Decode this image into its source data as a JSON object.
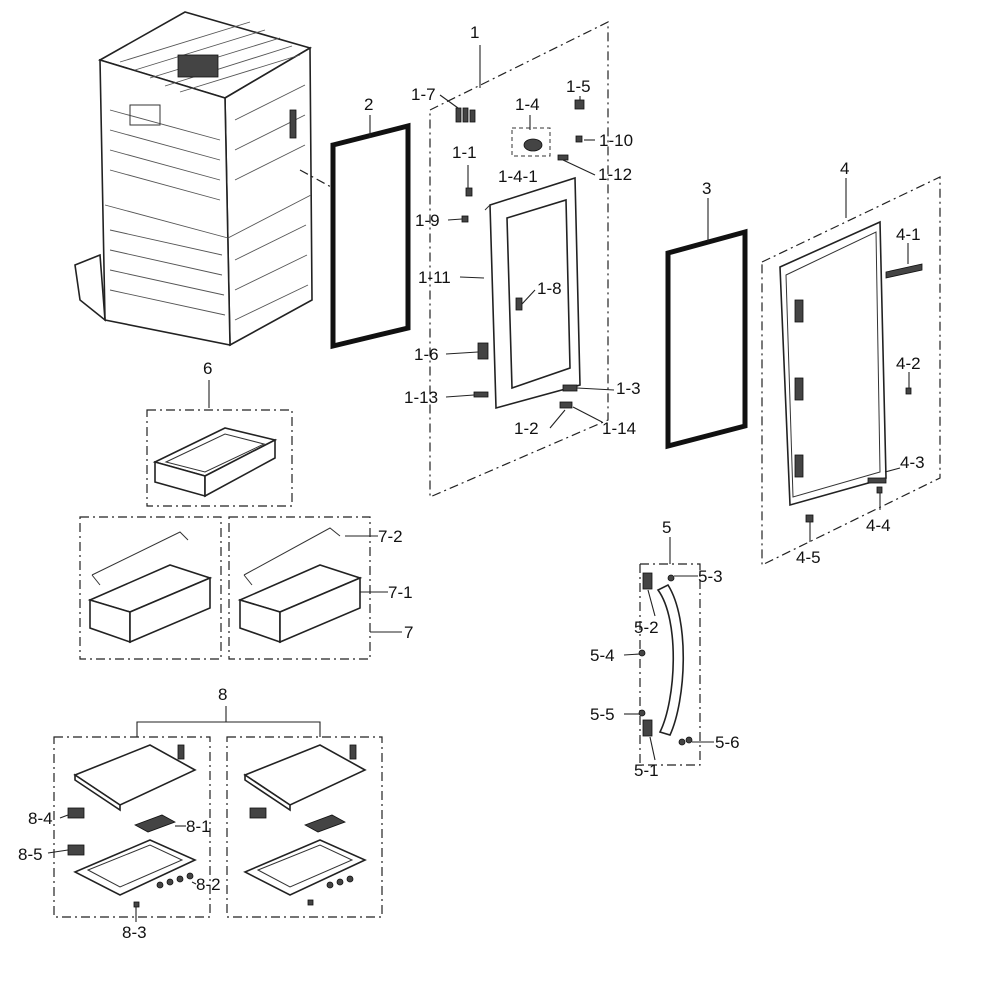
{
  "labels": {
    "l1": "1",
    "l1_1": "1-1",
    "l1_2": "1-2",
    "l1_3": "1-3",
    "l1_4": "1-4",
    "l1_4_1": "1-4-1",
    "l1_5": "1-5",
    "l1_6": "1-6",
    "l1_7": "1-7",
    "l1_8": "1-8",
    "l1_9": "1-9",
    "l1_10": "1-10",
    "l1_11": "1-11",
    "l1_12": "1-12",
    "l1_13": "1-13",
    "l1_14": "1-14",
    "l2": "2",
    "l3": "3",
    "l4": "4",
    "l4_1": "4-1",
    "l4_2": "4-2",
    "l4_3": "4-3",
    "l4_4": "4-4",
    "l4_5": "4-5",
    "l5": "5",
    "l5_1": "5-1",
    "l5_2": "5-2",
    "l5_3": "5-3",
    "l5_4": "5-4",
    "l5_5": "5-5",
    "l5_6": "5-6",
    "l6": "6",
    "l7": "7",
    "l7_1": "7-1",
    "l7_2": "7-2",
    "l8": "8",
    "l8_1": "8-1",
    "l8_2": "8-2",
    "l8_3": "8-3",
    "l8_4": "8-4",
    "l8_5": "8-5"
  }
}
